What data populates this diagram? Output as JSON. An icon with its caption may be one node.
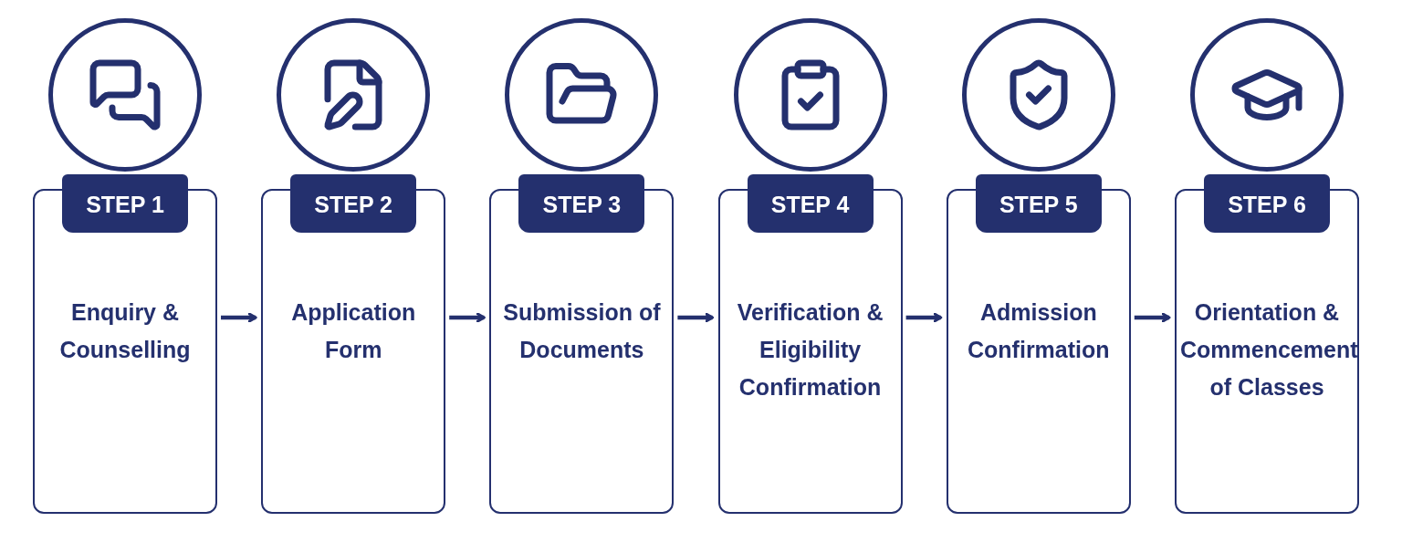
{
  "diagram": {
    "nodes": [
      {
        "text": [
          "STEP 1",
          "Enquiry & Counselling"
        ]
      },
      {
        "text": [
          "STEP 2",
          "Application Form"
        ]
      },
      {
        "text": [
          "STEP 3",
          "Submission of Documents"
        ]
      },
      {
        "text": [
          "STEP 4",
          "Verification & Eligibility Confirmation"
        ]
      },
      {
        "text": [
          "STEP 5",
          "Admission Confirmation"
        ]
      },
      {
        "text": [
          "STEP 6",
          "Orientation & Commencement of Classes"
        ]
      }
    ],
    "edges": [
      {
        "from": 0,
        "to": 1,
        "arrow": "to"
      },
      {
        "from": 1,
        "to": 2,
        "arrow": "to"
      },
      {
        "from": 2,
        "to": 3,
        "arrow": "to"
      },
      {
        "from": 3,
        "to": 4,
        "arrow": "to"
      },
      {
        "from": 4,
        "to": 5,
        "arrow": "to"
      }
    ]
  }
}
